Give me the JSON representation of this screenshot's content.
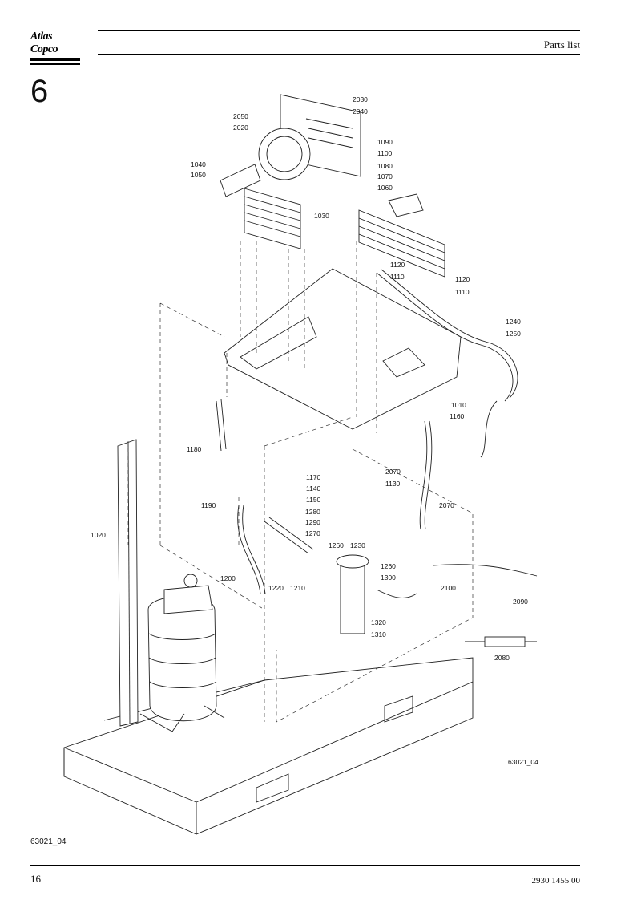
{
  "header": {
    "logo_text": "Atlas Copco",
    "title": "Parts list"
  },
  "section": {
    "number": "6"
  },
  "diagram": {
    "drawing_id": "63021_04",
    "callouts": [
      {
        "label": "2030"
      },
      {
        "label": "2040"
      },
      {
        "label": "2050"
      },
      {
        "label": "2020"
      },
      {
        "label": "1090"
      },
      {
        "label": "1100"
      },
      {
        "label": "1040"
      },
      {
        "label": "1050"
      },
      {
        "label": "1080"
      },
      {
        "label": "1070"
      },
      {
        "label": "1060"
      },
      {
        "label": "1030"
      },
      {
        "label": "1120"
      },
      {
        "label": "1110"
      },
      {
        "label": "1120"
      },
      {
        "label": "1110"
      },
      {
        "label": "1240"
      },
      {
        "label": "1250"
      },
      {
        "label": "1010"
      },
      {
        "label": "1160"
      },
      {
        "label": "1180"
      },
      {
        "label": "1170"
      },
      {
        "label": "2070"
      },
      {
        "label": "1140"
      },
      {
        "label": "1130"
      },
      {
        "label": "1150"
      },
      {
        "label": "1190"
      },
      {
        "label": "1280"
      },
      {
        "label": "2070"
      },
      {
        "label": "1290"
      },
      {
        "label": "1020"
      },
      {
        "label": "1270"
      },
      {
        "label": "1260"
      },
      {
        "label": "1230"
      },
      {
        "label": "1260"
      },
      {
        "label": "1200"
      },
      {
        "label": "1300"
      },
      {
        "label": "1220"
      },
      {
        "label": "1210"
      },
      {
        "label": "2100"
      },
      {
        "label": "2090"
      },
      {
        "label": "1320"
      },
      {
        "label": "1310"
      },
      {
        "label": "2080"
      }
    ]
  },
  "footer": {
    "figure_ref": "63021_04",
    "page_number": "16",
    "document_number": "2930 1455 00"
  }
}
